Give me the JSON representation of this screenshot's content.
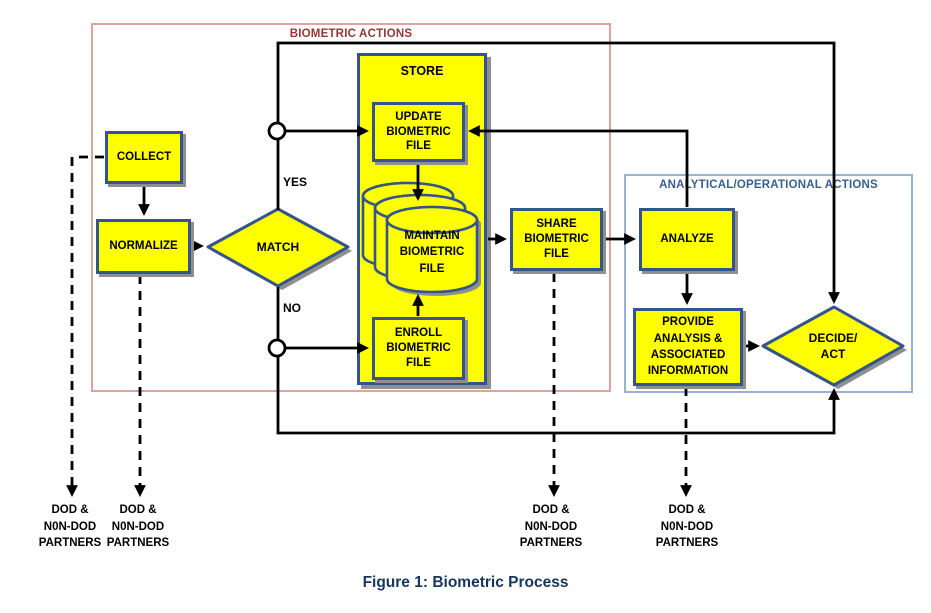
{
  "figure": {
    "caption": "Figure 1: Biometric Process"
  },
  "groups": {
    "biometric": {
      "label": "BIOMETRIC ACTIONS",
      "border_color": "#DDA3A1",
      "label_color": "#953735"
    },
    "analytical": {
      "label": "ANALYTICAL/OPERATIONAL ACTIONS",
      "border_color": "#95B3D7",
      "label_color": "#376092"
    },
    "store": {
      "label": "STORE"
    }
  },
  "nodes": {
    "collect": "COLLECT",
    "normalize": "NORMALIZE",
    "match": "MATCH",
    "update": "UPDATE\nBIOMETRIC\nFILE",
    "maintain": "MAINTAIN\nBIOMETRIC\nFILE",
    "enroll": "ENROLL\nBIOMETRIC\nFILE",
    "share": "SHARE\nBIOMETRIC\nFILE",
    "analyze": "ANALYZE",
    "provide": "PROVIDE\nANALYSIS &\nASSOCIATED\nINFORMATION",
    "decide": "DECIDE/\nACT"
  },
  "branch_labels": {
    "yes": "YES",
    "no": "NO"
  },
  "external_labels": {
    "partners_collect": "DOD &\nN0N-DOD\nPARTNERS",
    "partners_normalize": "DOD &\nN0N-DOD\nPARTNERS",
    "partners_share": "DOD &\nN0N-DOD\nPARTNERS",
    "partners_provide": "DOD &\nN0N-DOD\nPARTNERS"
  },
  "colors": {
    "node_fill": "#FFFF00",
    "node_border": "#34558B",
    "line": "#000000",
    "shadow": "#8f8f8f",
    "caption_text": "#17365D"
  }
}
